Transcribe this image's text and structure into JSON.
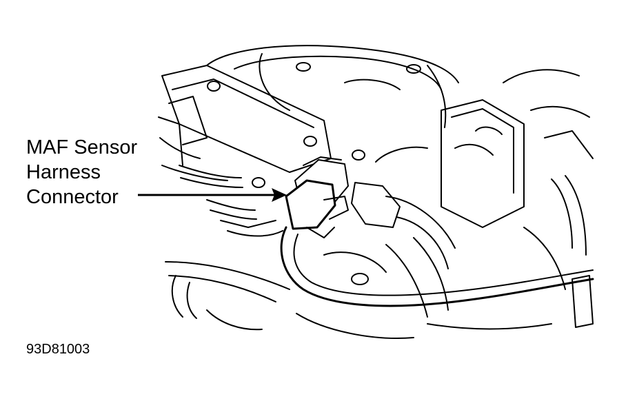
{
  "callout": {
    "line1": "MAF Sensor",
    "line2": "Harness",
    "line3": "Connector"
  },
  "figure_id": "93D81003",
  "colors": {
    "ink": "#000000",
    "paper": "#ffffff"
  }
}
